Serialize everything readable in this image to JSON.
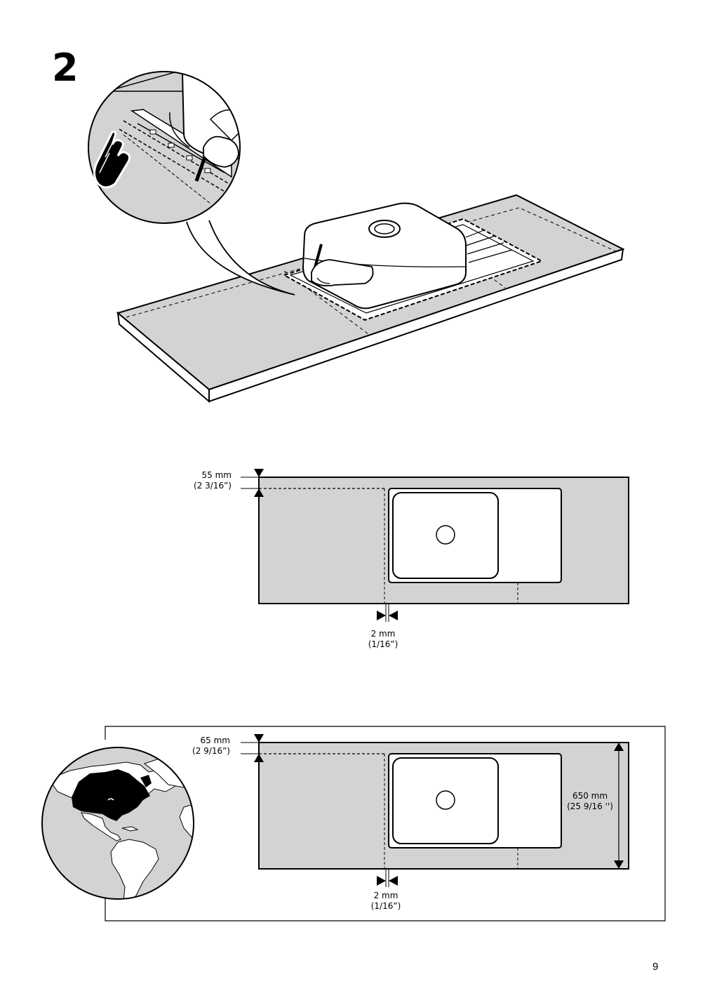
{
  "step": {
    "number": "2"
  },
  "diagram1": {
    "top_offset_mm": "55 mm",
    "top_offset_in": "(2 3/16”)",
    "gap_mm": "2 mm",
    "gap_in": "(1/16”)"
  },
  "diagram2": {
    "top_offset_mm": "65 mm",
    "top_offset_in": "(2 9/16”)",
    "gap_mm": "2 mm",
    "gap_in": "(1/16”)",
    "depth_mm": "650 mm",
    "depth_in": "(25 9/16   '')"
  },
  "colors": {
    "surface": "#d3d3d3",
    "line": "#000000"
  },
  "icons": [
    "hand-pointing-icon",
    "hand-with-pen-icon",
    "globe-north-america-icon",
    "dimension-arrow-icon"
  ],
  "page": {
    "number": "9"
  }
}
